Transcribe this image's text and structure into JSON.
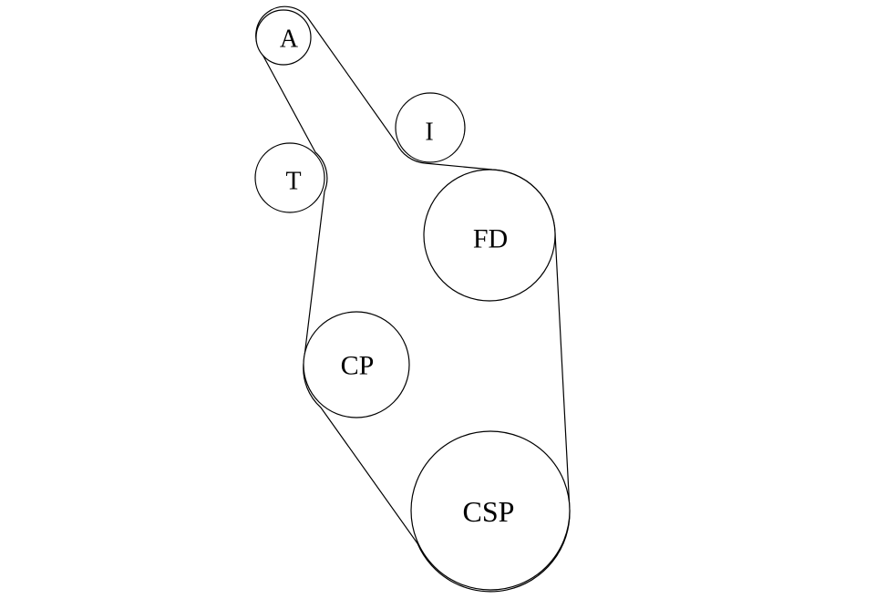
{
  "diagram": {
    "pulleys": {
      "a": {
        "label": "A"
      },
      "i": {
        "label": "I"
      },
      "t": {
        "label": "T"
      },
      "fd": {
        "label": "FD"
      },
      "cp": {
        "label": "CP"
      },
      "csp": {
        "label": "CSP"
      }
    },
    "colors": {
      "stroke": "#000000",
      "background": "#ffffff"
    }
  }
}
